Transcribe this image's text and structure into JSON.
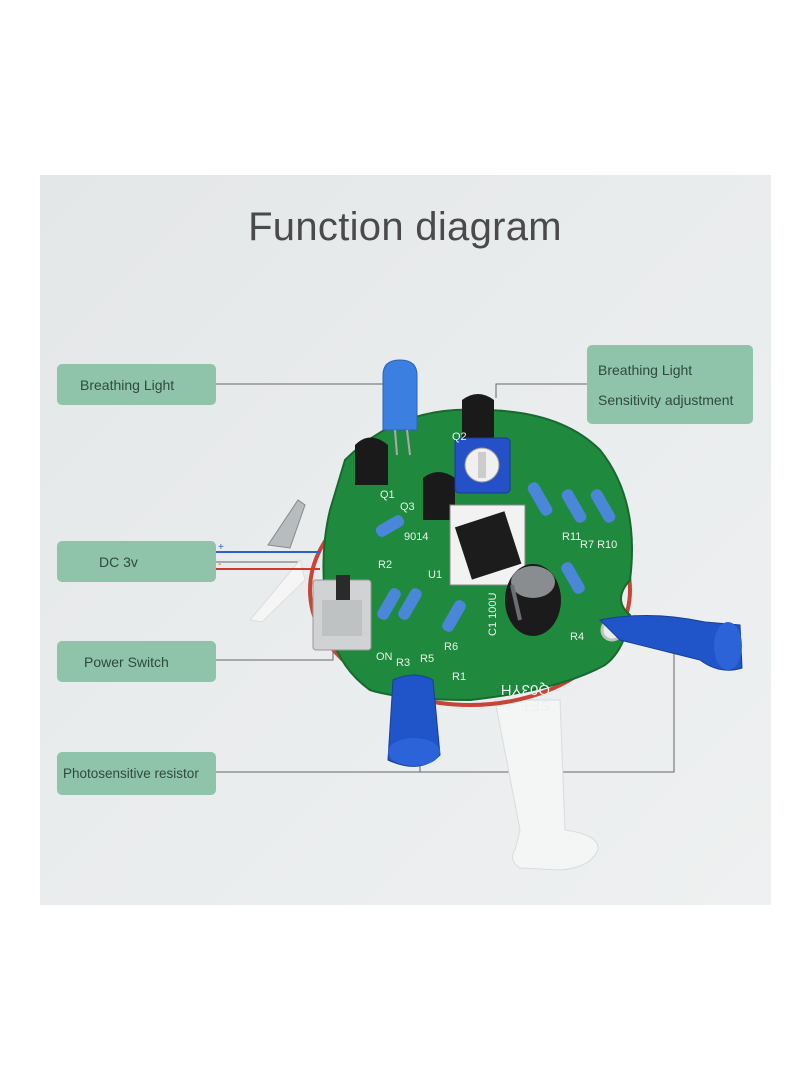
{
  "title": "Function diagram",
  "labels": {
    "breathing_light": "Breathing Light",
    "dc": "DC 3v",
    "power_switch": "Power Switch",
    "photosensitive": "Photosensitive resistor",
    "right_line1": "Breathing Light",
    "right_line2": "Sensitivity adjustment"
  },
  "pcb_silkscreen": {
    "model_line1": "SFT",
    "model_line2": "Q03YH",
    "cap": "C1 100U",
    "ic": "U1",
    "r1": "R1",
    "r2": "R2",
    "r3": "R3",
    "r4": "R4",
    "r5": "R5",
    "r6": "R6",
    "r7_r10": "R7 R10",
    "r11": "R11",
    "q1": "Q1",
    "q2": "Q2",
    "q3": "Q3",
    "q4": "9014",
    "on": "ON",
    "plus": "+",
    "minus": "-"
  },
  "colors": {
    "panel_bg": "#e6e9ea",
    "label_bg": "#8fc4aa",
    "pcb_green": "#1f8a3e",
    "wire_blue": "#2d5fd6",
    "wire_red": "#d43a2c"
  }
}
